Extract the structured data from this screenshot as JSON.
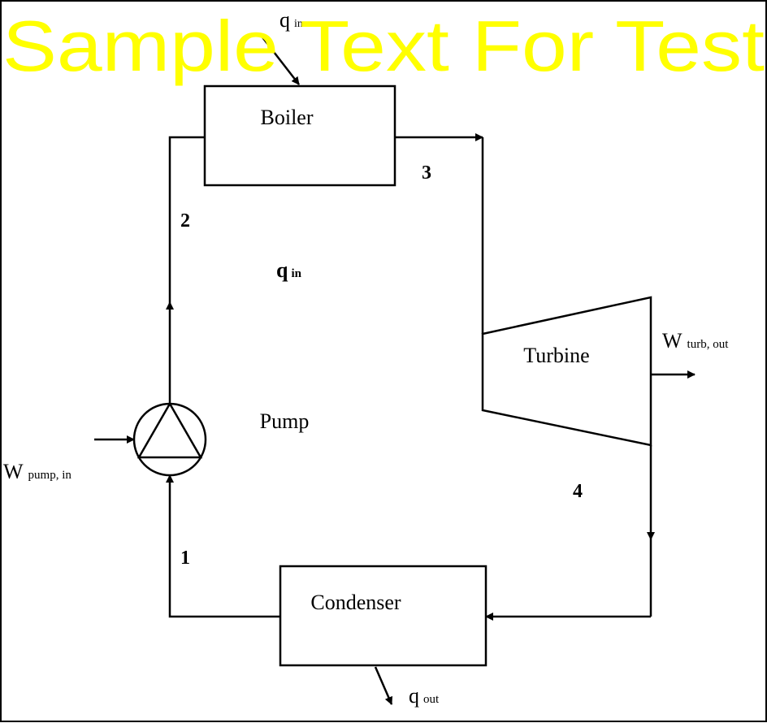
{
  "diagram": {
    "components": {
      "boiler": "Boiler",
      "turbine": "Turbine",
      "condenser": "Condenser",
      "pump": "Pump"
    },
    "states": {
      "s1": "1",
      "s2": "2",
      "s3": "3",
      "s4": "4"
    },
    "flows": {
      "q_in_top": {
        "symbol": "q",
        "sub": "in"
      },
      "q_in_center": {
        "symbol": "q",
        "sub": "in"
      },
      "q_out": {
        "symbol": "q",
        "sub": "out"
      },
      "w_turb_out": {
        "symbol": "W",
        "sub": "turb, out"
      },
      "w_pump_in": {
        "symbol": "W",
        "sub": "pump, in"
      }
    }
  },
  "watermark": "Sample Text For Test"
}
